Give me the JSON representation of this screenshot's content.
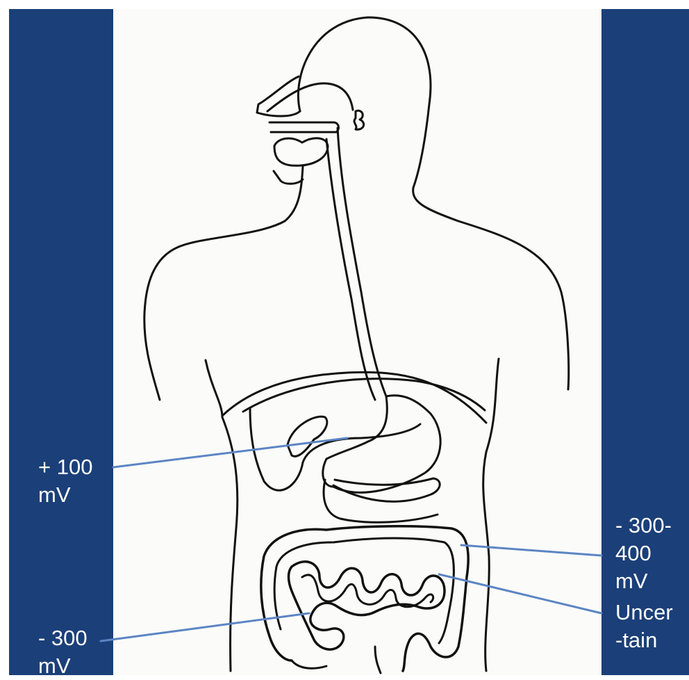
{
  "labels": {
    "stomach": "+ 100\nmV",
    "colon": "- 300-\n400\nmV",
    "small_intestine": "Uncer\n-tain",
    "ileum": "- 300\nmV"
  },
  "colors": {
    "panel": "#1b3f78",
    "leader_line": "#5b85c4",
    "text": "#ffffff",
    "drawing_ink": "#111111"
  }
}
